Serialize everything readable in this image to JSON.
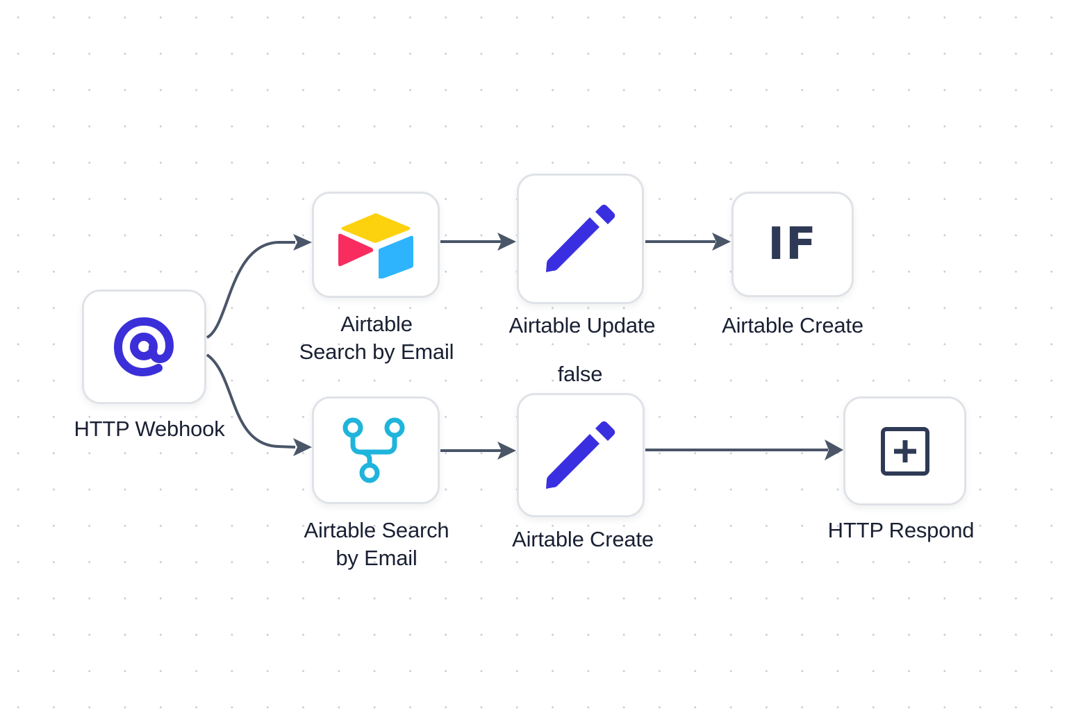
{
  "canvas": {
    "background": "#ffffff",
    "grid": "dotted",
    "grid_dot_color": "#c9ccd2"
  },
  "colors": {
    "edge": "#4a5568",
    "node_border": "#dfe2e7",
    "text": "#1a2033",
    "webhook_icon": "#3b2fd9",
    "pencil_icon": "#3a2fe0",
    "branch_icon": "#1fb4dc",
    "if_icon": "#2e3a55",
    "respond_icon": "#2e3a55",
    "airtable_yellow": "#fcd20f",
    "airtable_red": "#f82c5f",
    "airtable_blue": "#2db4fc"
  },
  "nodes": [
    {
      "id": "webhook",
      "label": "HTTP Webhook",
      "icon": "at-sign-icon"
    },
    {
      "id": "search_top",
      "label": "Airtable\nSearch by Email",
      "icon": "airtable-logo-icon"
    },
    {
      "id": "update",
      "label": "Airtable Update",
      "icon": "pencil-icon"
    },
    {
      "id": "if_node",
      "label": "Airtable Create",
      "icon": "if-icon",
      "icon_text": "IF"
    },
    {
      "id": "search_bottom",
      "label": "Airtable Search\nby Email",
      "icon": "branch-icon"
    },
    {
      "id": "create",
      "label": "Airtable Create",
      "icon": "pencil-icon"
    },
    {
      "id": "respond",
      "label": "HTTP Respond",
      "icon": "plus-square-icon"
    }
  ],
  "edges": [
    {
      "from": "webhook",
      "to": "search_top",
      "label": ""
    },
    {
      "from": "webhook",
      "to": "search_bottom",
      "label": ""
    },
    {
      "from": "search_top",
      "to": "update",
      "label": ""
    },
    {
      "from": "update",
      "to": "if_node",
      "label": ""
    },
    {
      "from": "search_bottom",
      "to": "create",
      "label": "false"
    },
    {
      "from": "create",
      "to": "respond",
      "label": ""
    }
  ]
}
